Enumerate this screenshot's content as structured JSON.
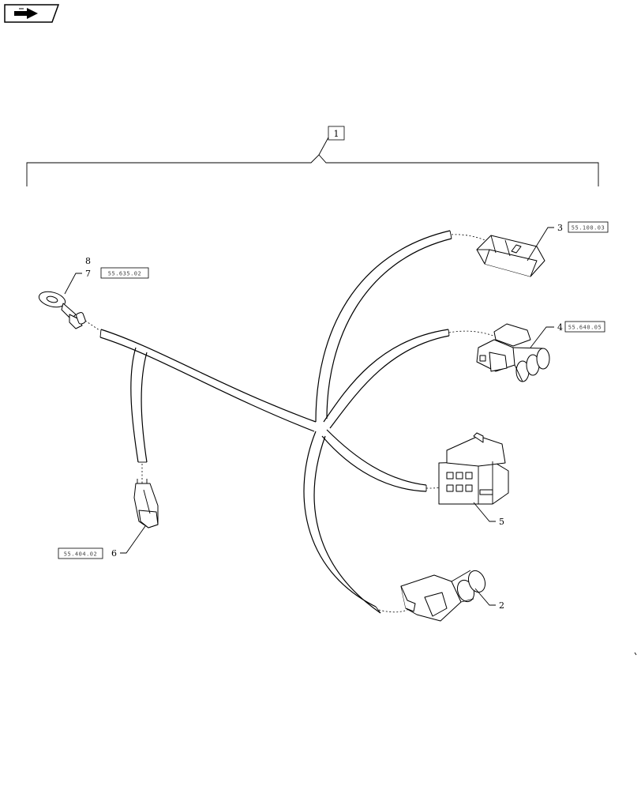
{
  "nav_icon": "next-page-arrow-icon",
  "assembly": {
    "number": "1"
  },
  "callouts": [
    {
      "id": "item-2",
      "number": "2"
    },
    {
      "id": "item-3",
      "number": "3",
      "ref": "55.100.03"
    },
    {
      "id": "item-4",
      "number": "4",
      "ref": "55.640.05"
    },
    {
      "id": "item-5",
      "number": "5"
    },
    {
      "id": "item-6",
      "number": "6",
      "ref": "55.404.02"
    },
    {
      "id": "item-7",
      "number": "7",
      "ref": "55.635.02"
    },
    {
      "id": "item-8",
      "number": "8"
    }
  ]
}
